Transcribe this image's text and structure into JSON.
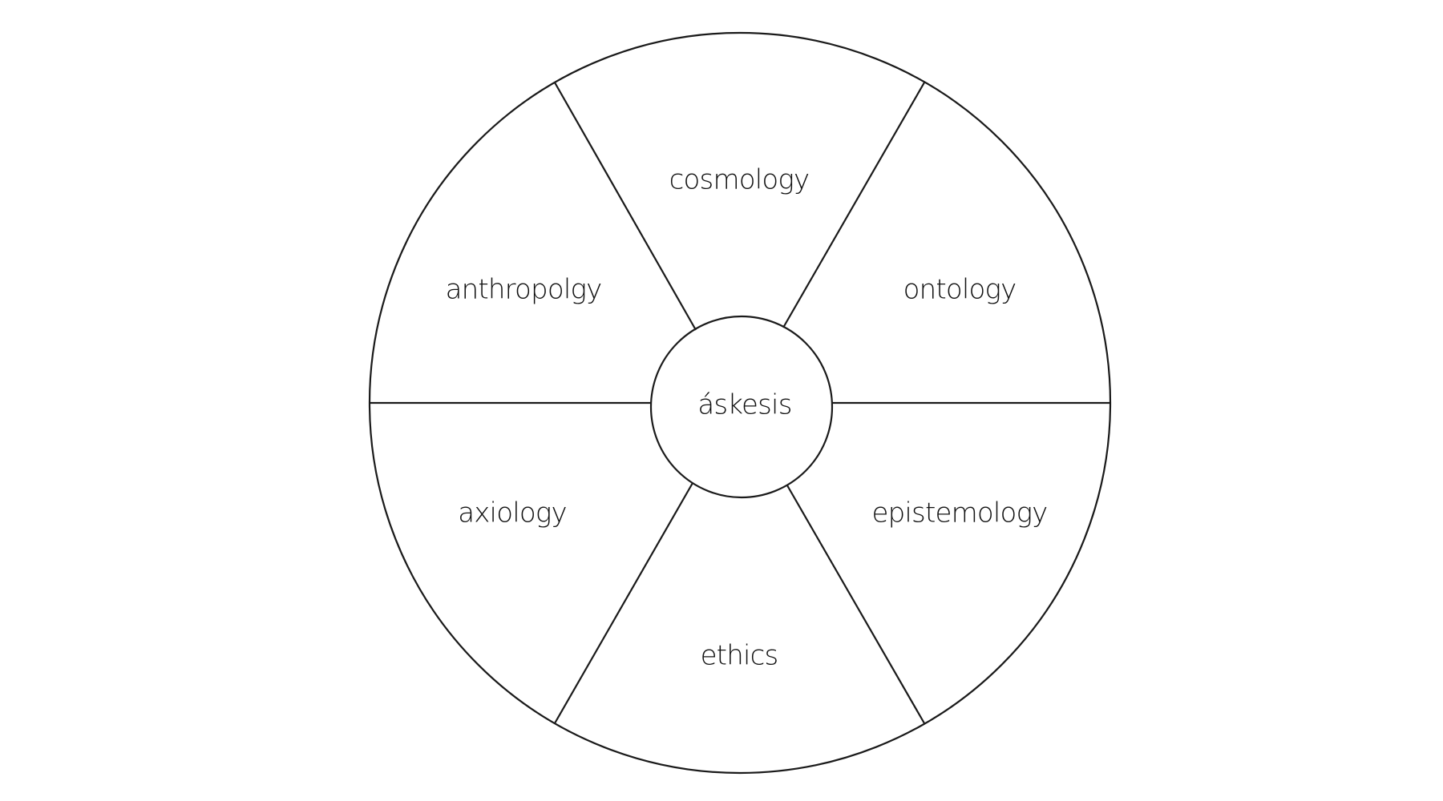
{
  "center": {
    "label": "áskesis"
  },
  "segments": [
    {
      "id": "cosmology",
      "label": "cosmology"
    },
    {
      "id": "ontology",
      "label": "ontology"
    },
    {
      "id": "epistemology",
      "label": "epistemology"
    },
    {
      "id": "ethics",
      "label": "ethics"
    },
    {
      "id": "axiology",
      "label": "axiology"
    },
    {
      "id": "anthropology",
      "label": "anthropolgy"
    }
  ],
  "colors": {
    "stroke": "#1a1a1a",
    "text": "#111111",
    "background": "#ffffff"
  }
}
